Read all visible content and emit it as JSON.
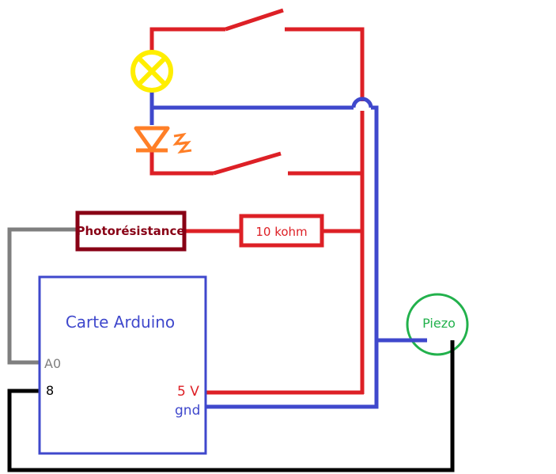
{
  "labels": {
    "photoresistance": "Photorésistance",
    "resistor": "10 kohm",
    "board": "Carte Arduino",
    "pin_a0": "A0",
    "pin_8": "8",
    "pin_5v": "5 V",
    "pin_gnd": "gnd",
    "piezo": "Piezo"
  },
  "colors": {
    "positive_wire": "#dd2026",
    "ground_wire": "#3f48cc",
    "signal_wire": "#7f7f7f",
    "digital_wire": "#000000",
    "photoresistor": "#880015",
    "board_outline": "#3f48cc",
    "lamp": "#ffee00",
    "led": "#ff7f27",
    "piezo": "#22b14c"
  }
}
